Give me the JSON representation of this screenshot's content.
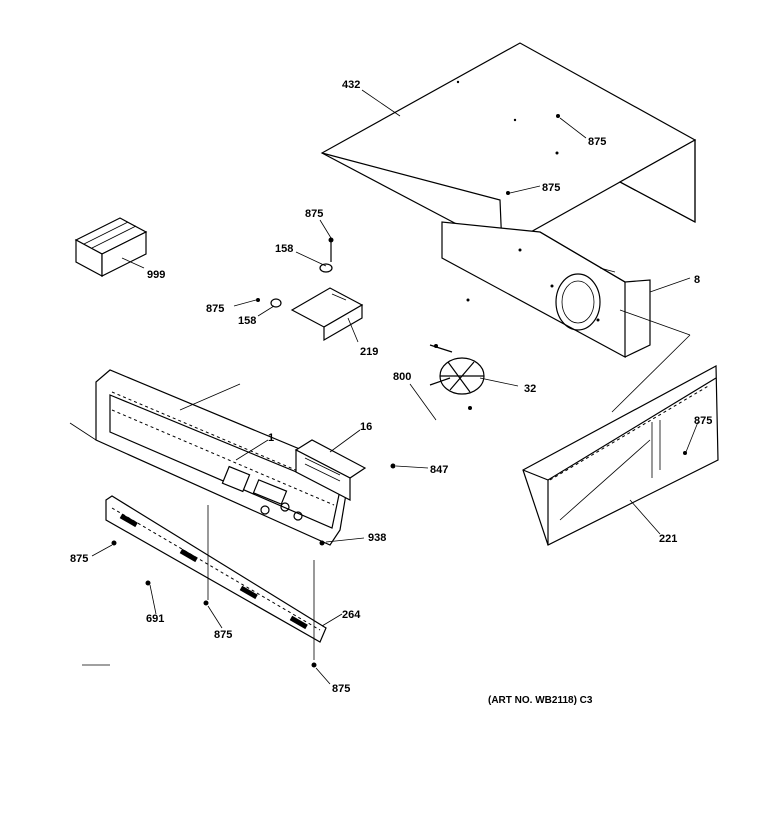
{
  "labels": {
    "p432": "432",
    "p875_a": "875",
    "p875_b": "875",
    "p875_c": "875",
    "p158_a": "158",
    "p875_d": "875",
    "p158_b": "158",
    "p219": "219",
    "p999": "999",
    "p8": "8",
    "p800": "800",
    "p32": "32",
    "p875_e": "875",
    "p1": "1",
    "p16": "16",
    "p847": "847",
    "p938": "938",
    "p221": "221",
    "p875_f": "875",
    "p691": "691",
    "p875_g": "875",
    "p264": "264",
    "p875_h": "875"
  },
  "art_number": "(ART NO. WB2118) C3"
}
